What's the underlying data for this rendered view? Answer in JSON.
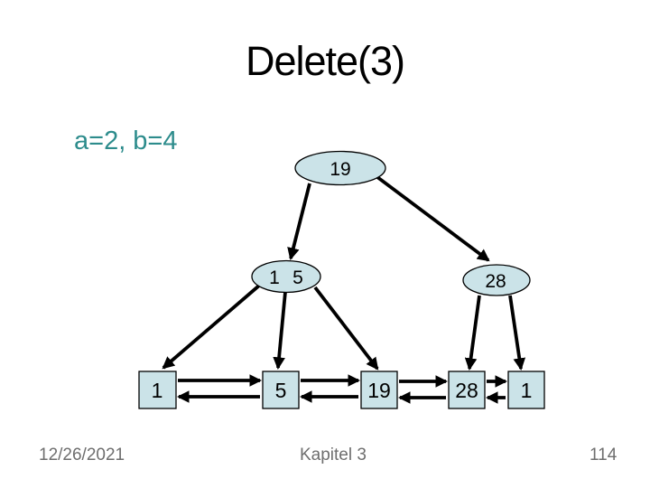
{
  "slide": {
    "title": "Delete(3)",
    "subtitle": "a=2, b=4",
    "footer": {
      "date": "12/26/2021",
      "chapter": "Kapitel 3",
      "page_number": "114"
    },
    "colors": {
      "background": "#FFFFFF",
      "title_text": "#000000",
      "subtitle_text": "#2D8C8C",
      "footer_text": "#6E6E6E",
      "node_fill": "#CBE3E8",
      "node_stroke": "#000000",
      "arrow": "#000000"
    }
  },
  "tree": {
    "root": {
      "keys": [
        "19"
      ]
    },
    "internal_nodes": [
      {
        "keys": [
          "1",
          "5"
        ]
      },
      {
        "keys": [
          "28"
        ]
      }
    ],
    "leaf_nodes": [
      "1",
      "5",
      "19",
      "28",
      "1"
    ]
  }
}
